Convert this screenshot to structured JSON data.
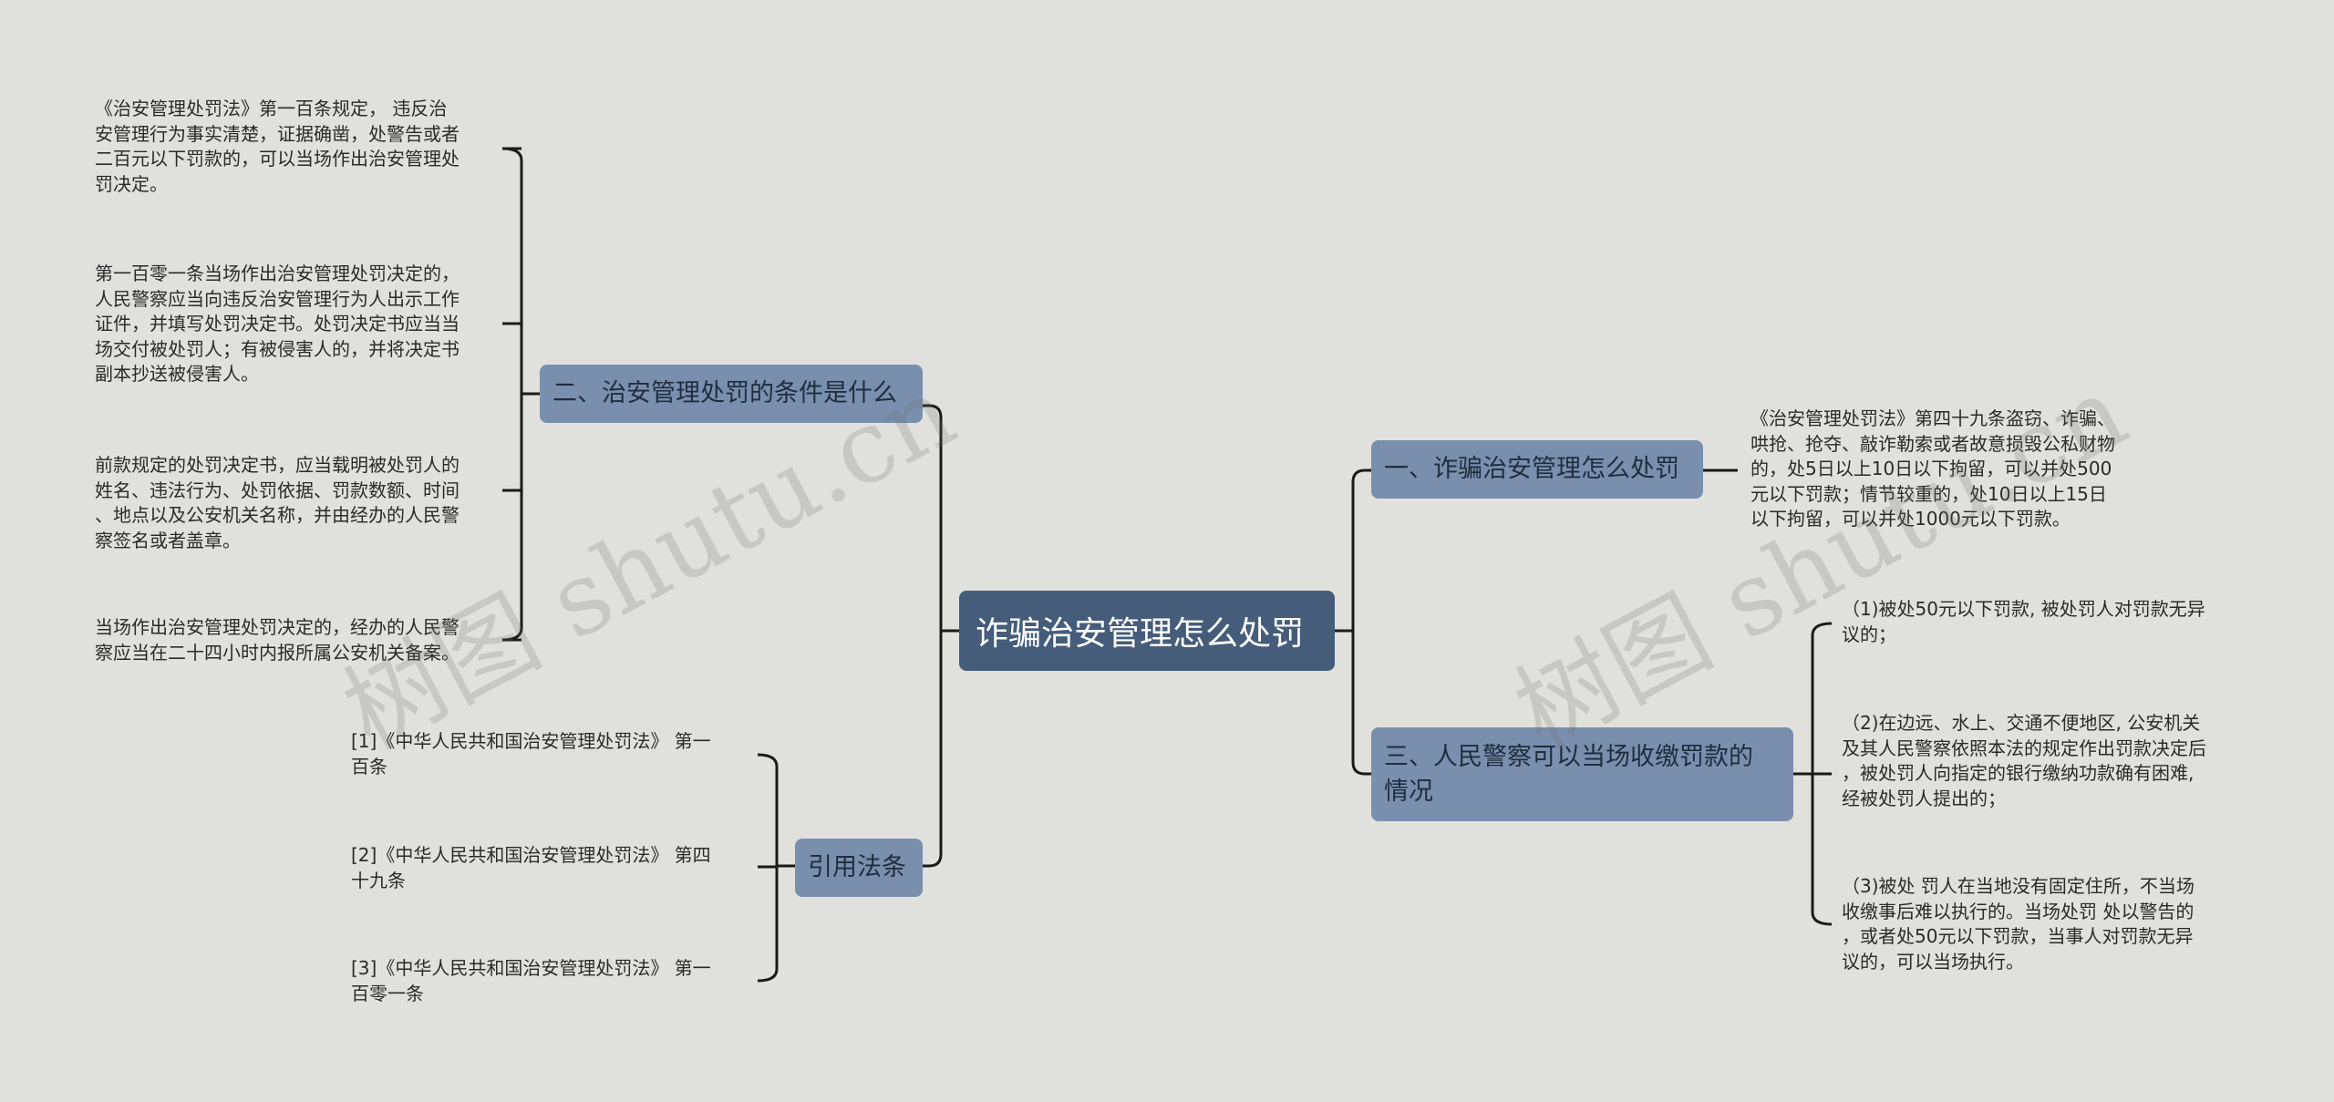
{
  "root": {
    "title": "诈骗治安管理怎么处罚"
  },
  "left": {
    "conditions": {
      "title": "二、治安管理处罚的条件是什么",
      "items": [
        "《治安管理处罚法》第一百条规定， 违反治\n安管理行为事实清楚，证据确凿，处警告或者\n二百元以下罚款的，可以当场作出治安管理处\n罚决定。",
        "第一百零一条当场作出治安管理处罚决定的，\n人民警察应当向违反治安管理行为人出示工作\n证件，并填写处罚决定书。处罚决定书应当当\n场交付被处罚人；有被侵害人的，并将决定书\n副本抄送被侵害人。",
        "前款规定的处罚决定书，应当载明被处罚人的\n姓名、违法行为、处罚依据、罚款数额、时间\n、地点以及公安机关名称，并由经办的人民警\n察签名或者盖章。",
        "当场作出治安管理处罚决定的，经办的人民警\n察应当在二十四小时内报所属公安机关备案。"
      ]
    },
    "citations": {
      "title": "引用法条",
      "items": [
        "[1]《中华人民共和国治安管理处罚法》 第一\n百条",
        "[2]《中华人民共和国治安管理处罚法》 第四\n十九条",
        "[3]《中华人民共和国治安管理处罚法》 第一\n百零一条"
      ]
    }
  },
  "right": {
    "punishment": {
      "title": "一、诈骗治安管理怎么处罚",
      "items": [
        "《治安管理处罚法》第四十九条盗窃、诈骗、\n哄抢、抢夺、敲诈勒索或者故意损毁公私财物\n的，处5日以上10日以下拘留，可以并处500\n元以下罚款；情节较重的，处10日以上15日\n以下拘留，可以并处1000元以下罚款。"
      ]
    },
    "collection": {
      "title": "三、人民警察可以当场收缴罚款的\n情况",
      "items": [
        "（1)被处50元以下罚款, 被处罚人对罚款无异\n议的；",
        "（2)在边远、水上、交通不便地区, 公安机关\n及其人民警察依照本法的规定作出罚款决定后\n，被处罚人向指定的银行缴纳功款确有困难,\n经被处罚人提出的；",
        "（3)被处 罚人在当地没有固定住所，不当场\n收缴事后难以执行的。当场处罚 处以警告的\n，或者处50元以下罚款，当事人对罚款无异\n议的，可以当场执行。"
      ]
    }
  },
  "watermark": {
    "text": "树图 shutu.cn"
  },
  "colors": {
    "background": "#e0e1dc",
    "root": "#455d7a",
    "branch": "#7a8fad",
    "line": "#1a1a1a"
  }
}
